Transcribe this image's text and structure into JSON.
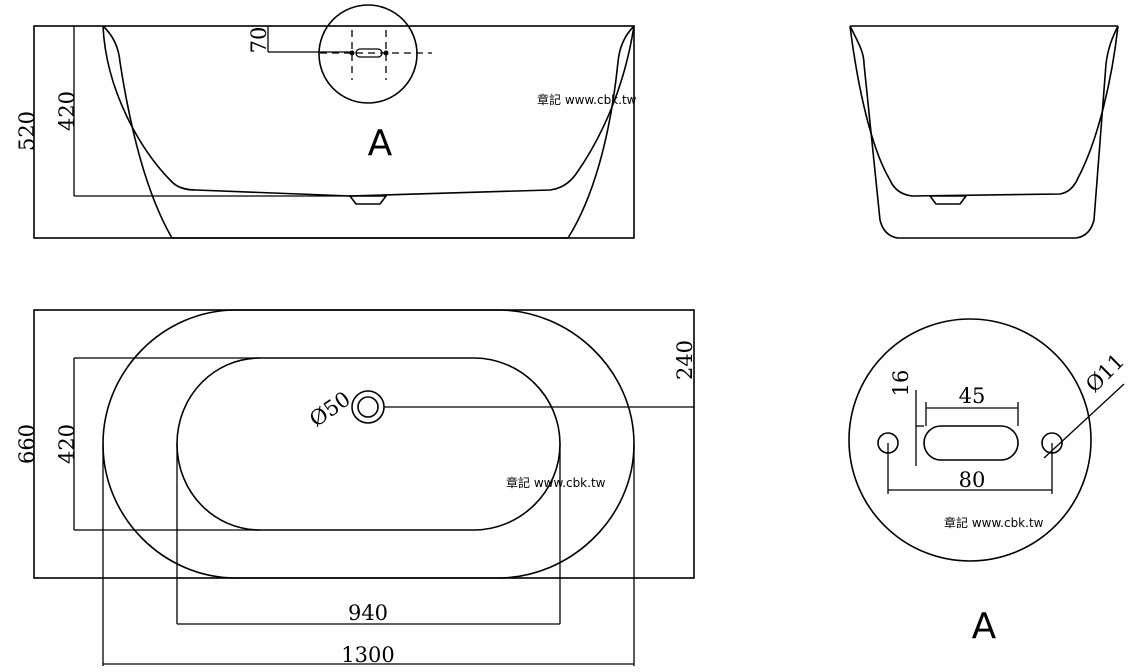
{
  "front_view": {
    "dim_total_height": "520",
    "dim_inner_height": "420",
    "dim_overflow": "70",
    "label": "A",
    "watermark": "章記 www.cbk.tw"
  },
  "side_view": {},
  "top_view": {
    "dim_total_width": "660",
    "dim_inner_width": "420",
    "dim_offset": "240",
    "dim_drain": "Ø50",
    "dim_inner_length": "940",
    "dim_total_length": "1300",
    "watermark": "章記 www.cbk.tw"
  },
  "detail_a": {
    "dim_slot_height": "16",
    "dim_slot_length": "45",
    "dim_hole": "Ø11",
    "dim_hole_spacing": "80",
    "watermark": "章記 www.cbk.tw",
    "label": "A"
  }
}
